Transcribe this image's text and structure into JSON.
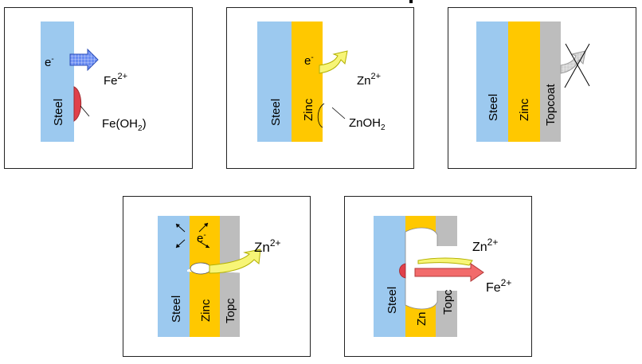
{
  "colors": {
    "steel": "#9cc9ef",
    "zinc": "#ffc800",
    "topcoat": "#bdbdbd",
    "rust": "#e0404a",
    "arrow_blue": "#6a8cf2",
    "arrow_yellow": "#f7f576",
    "arrow_red": "#f26b6b"
  },
  "panel1": {
    "steel": "Steel",
    "electron": "e",
    "electron_sup": "-",
    "ion": "Fe",
    "ion_sup": "2+",
    "product": "Fe(OH",
    "product_sub": "2",
    "product_end": ")"
  },
  "panel2": {
    "steel": "Steel",
    "zinc": "Zinc",
    "electron": "e",
    "electron_sup": "-",
    "ion": "Zn",
    "ion_sup": "2+",
    "product": "ZnOH",
    "product_sub": "2"
  },
  "panel3": {
    "steel": "Steel",
    "zinc": "Zinc",
    "topcoat": "Topcoat"
  },
  "panel4": {
    "steel": "Steel",
    "zinc": "Zinc",
    "topcoat": "Topc",
    "electron": "e",
    "electron_sup": "-",
    "ion": "Zn",
    "ion_sup": "2+"
  },
  "panel5": {
    "steel": "Steel",
    "zinc": "Zn",
    "topcoat": "Topc",
    "ion1": "Zn",
    "ion1_sup": "2+",
    "ion2": "Fe",
    "ion2_sup": "2+"
  }
}
